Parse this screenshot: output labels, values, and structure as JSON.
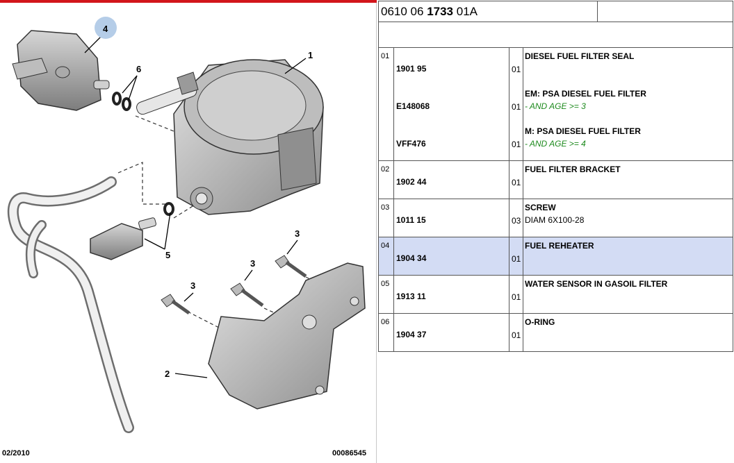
{
  "header": {
    "ref_prefix": "0610 06 ",
    "ref_bold": "1733",
    "ref_suffix": " 01A"
  },
  "diagram": {
    "callouts": [
      "4",
      "6",
      "1",
      "5",
      "3",
      "3",
      "3",
      "2"
    ],
    "footer_date": "02/2010",
    "footer_ref": "00086545"
  },
  "colors": {
    "selected_row": "#d3dcf4",
    "condition_text": "#1d8a1d",
    "top_line": "#d2151b",
    "callout_highlight": "#b5cde8"
  },
  "parts": [
    {
      "pos": "01",
      "entries": [
        {
          "ref": "1901 95",
          "qty": "01",
          "name": "DIESEL FUEL FILTER SEAL",
          "note": ""
        },
        {
          "ref": "E148068",
          "qty": "01",
          "name": "EM: PSA DIESEL FUEL FILTER",
          "note": "- AND AGE >= 3"
        },
        {
          "ref": "VFF476",
          "qty": "01",
          "name": "M: PSA DIESEL FUEL FILTER",
          "note": "- AND AGE >= 4"
        }
      ]
    },
    {
      "pos": "02",
      "entries": [
        {
          "ref": "1902 44",
          "qty": "01",
          "name": "FUEL FILTER BRACKET",
          "note": ""
        }
      ]
    },
    {
      "pos": "03",
      "entries": [
        {
          "ref": "1011 15",
          "qty": "03",
          "name": "SCREW",
          "note": "DIAM 6X100-28"
        }
      ]
    },
    {
      "pos": "04",
      "selected": true,
      "entries": [
        {
          "ref": "1904 34",
          "qty": "01",
          "name": "FUEL REHEATER",
          "note": ""
        }
      ]
    },
    {
      "pos": "05",
      "entries": [
        {
          "ref": "1913 11",
          "qty": "01",
          "name": "WATER SENSOR IN GASOIL FILTER",
          "note": ""
        }
      ]
    },
    {
      "pos": "06",
      "entries": [
        {
          "ref": "1904 37",
          "qty": "01",
          "name": "O-RING",
          "note": ""
        }
      ]
    }
  ]
}
